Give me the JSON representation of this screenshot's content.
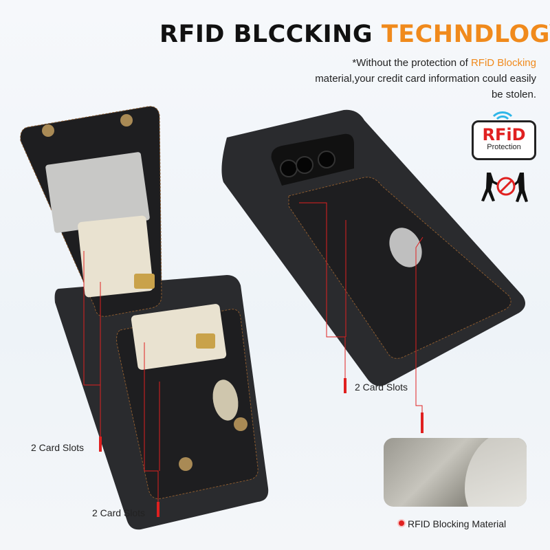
{
  "header": {
    "title_dark": "RFID BLCCKING",
    "title_accent": "TECHNDLOGY",
    "note_prefix": "*Without the protection of",
    "note_highlight": "RFiD Blocking",
    "note_suffix": "material,your credit card information could easily be stolen."
  },
  "badge": {
    "rfid": "RFiD",
    "protection": "Protection"
  },
  "callouts": {
    "left_top": "2 Card Slots",
    "left_bottom": "2 Card Slots",
    "right": "2 Card Slots",
    "material": "RFID Blocking Material"
  },
  "colors": {
    "accent": "#f08a1c",
    "rfid_red": "#e02020",
    "callout_line": "#e02020",
    "leather": "#1e1e20"
  }
}
